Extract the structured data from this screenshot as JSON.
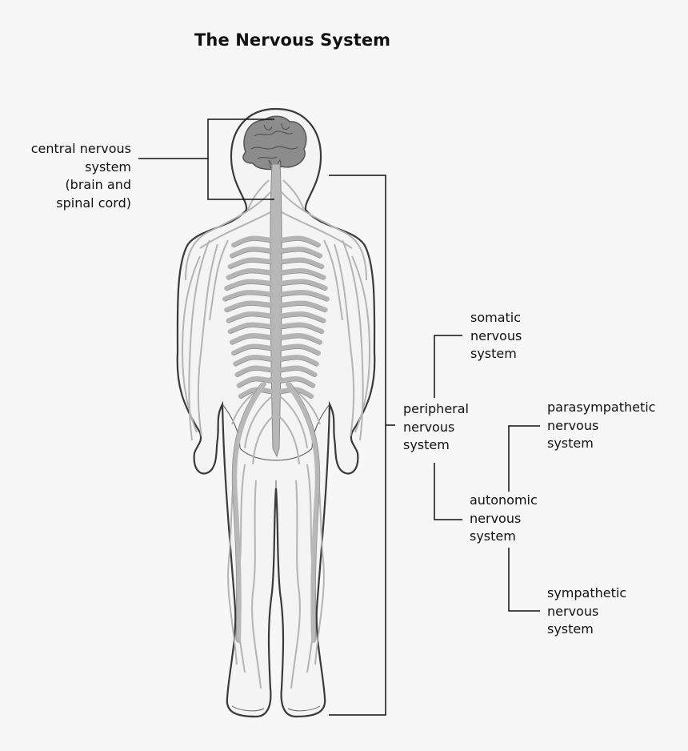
{
  "title": "The Nervous System",
  "labels": {
    "cns": [
      "central nervous",
      "system",
      "(brain and",
      "spinal cord)"
    ],
    "somatic": [
      "somatic",
      "nervous",
      "system"
    ],
    "pns": [
      "peripheral",
      "nervous",
      "system"
    ],
    "parasympathetic": [
      "parasympathetic",
      "nervous",
      "system"
    ],
    "autonomic": [
      "autonomic",
      "nervous",
      "system"
    ],
    "sympathetic": [
      "sympathetic",
      "nervous",
      "system"
    ]
  },
  "colors": {
    "background": "#f7f7f7",
    "outline": "#3a3a3a",
    "nerve": "#b4b4b4",
    "brain": "#8c8c8c",
    "bracket": "#111111"
  }
}
